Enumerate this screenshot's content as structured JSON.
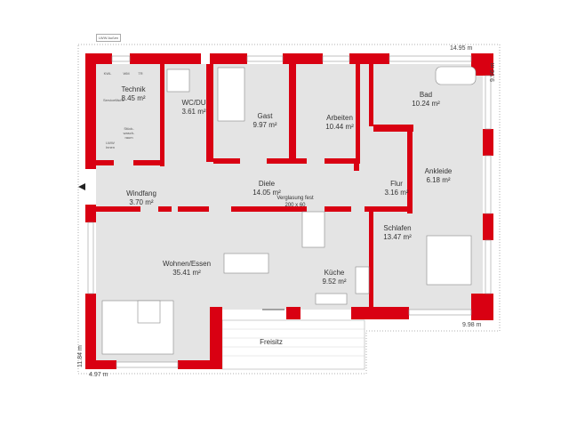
{
  "colors": {
    "wall": "#d90012",
    "floor": "#e4e4e4",
    "terrace": "#ffffff"
  },
  "rooms": [
    {
      "name": "Technik",
      "area": "8.45 m²"
    },
    {
      "name": "WC/DU",
      "area": "3.61 m²"
    },
    {
      "name": "Gast",
      "area": "9.97 m²"
    },
    {
      "name": "Arbeiten",
      "area": "10.44 m²"
    },
    {
      "name": "Bad",
      "area": "10.24 m²"
    },
    {
      "name": "Ankleide",
      "area": "6.18 m²"
    },
    {
      "name": "Windfang",
      "area": "3.70 m²"
    },
    {
      "name": "Diele",
      "area": "14.05 m²"
    },
    {
      "name": "Flur",
      "area": "3.16 m²"
    },
    {
      "name": "Wohnen/Essen",
      "area": "35.41 m²"
    },
    {
      "name": "Küche",
      "area": "9.52 m²"
    },
    {
      "name": "Schlafen",
      "area": "13.47 m²"
    }
  ],
  "terrace": "Freisitz",
  "glazing": {
    "label": "Verglasung fest",
    "size": "200 x 60"
  },
  "fixtures": {
    "lww_outside": "LWW Außen",
    "lww_inside": "LWW Innen",
    "kwl": "KWL",
    "wm": "WM",
    "tr": "TR",
    "service": "Servicefläche",
    "laundry": "Stück-wasch-raum"
  },
  "dimensions": {
    "top": "14.95 m",
    "right_upper": "9.96 m",
    "right_lower": "9.98 m",
    "left": "11.84 m",
    "bottom_left": "4.97 m"
  }
}
